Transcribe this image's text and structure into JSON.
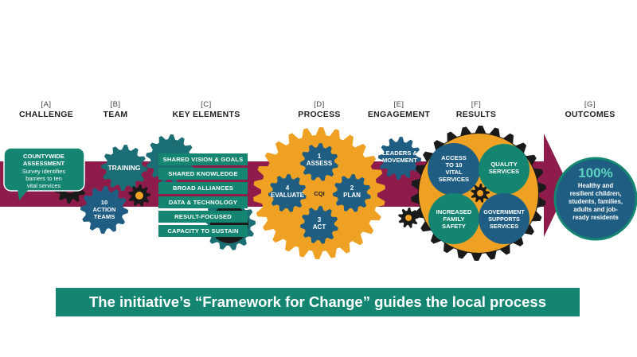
{
  "headers": [
    {
      "code": "[A]",
      "name": "CHALLENGE"
    },
    {
      "code": "[B]",
      "name": "TEAM"
    },
    {
      "code": "[C]",
      "name": "KEY ELEMENTS"
    },
    {
      "code": "[D]",
      "name": "PROCESS"
    },
    {
      "code": "[E]",
      "name": "ENGAGEMENT"
    },
    {
      "code": "[F]",
      "name": "RESULTS"
    },
    {
      "code": "[G]",
      "name": "OUTCOMES"
    }
  ],
  "challenge": {
    "title_line1": "COUNTYWIDE",
    "title_line2": "ASSESSMENT",
    "body_line1": "Survey identifies",
    "body_line2": "barriers to ten",
    "body_line3": "vital services"
  },
  "team": {
    "training": "TRAINING",
    "action_line1": "10",
    "action_line2": "ACTION",
    "action_line3": "TEAMS"
  },
  "key_elements": [
    "SHARED VISION & GOALS",
    "SHARED KNOWLEDGE",
    "BROAD ALLIANCES",
    "DATA & TECHNOLOGY",
    "RESULT-FOCUSED",
    "CAPACITY TO SUSTAIN"
  ],
  "process": {
    "assess_num": "1",
    "assess": "ASSESS",
    "plan_num": "2",
    "plan": "PLAN",
    "act_num": "3",
    "act": "ACT",
    "evaluate_num": "4",
    "evaluate": "EVALUATE",
    "center": "CQI"
  },
  "engagement": {
    "line1": "LEADERS &",
    "line2": "MOVEMENT"
  },
  "results": {
    "access_line1": "ACCESS",
    "access_line2": "TO 10",
    "access_line3": "VITAL",
    "access_line4": "SERVICES",
    "quality_line1": "QUALITY",
    "quality_line2": "SERVICES",
    "safety_line1": "INCREASED",
    "safety_line2": "FAMILY",
    "safety_line3": "SAFETY",
    "gov_line1": "GOVERNMENT",
    "gov_line2": "SUPPORTS",
    "gov_line3": "SERVICES"
  },
  "outcomes": {
    "percent": "100%",
    "line1": "Healthy and",
    "line2": "resilient children,",
    "line3": "students, families,",
    "line4": "adults and job-",
    "line5": "ready residents"
  },
  "banner": "The initiative’s “Framework for Change” guides the  local process",
  "colors": {
    "maroon": "#8d1c4a",
    "teal": "#148571",
    "dark_teal": "#1b6e74",
    "blue": "#1f5d83",
    "gold": "#eea123",
    "black": "#1a1a1a"
  }
}
